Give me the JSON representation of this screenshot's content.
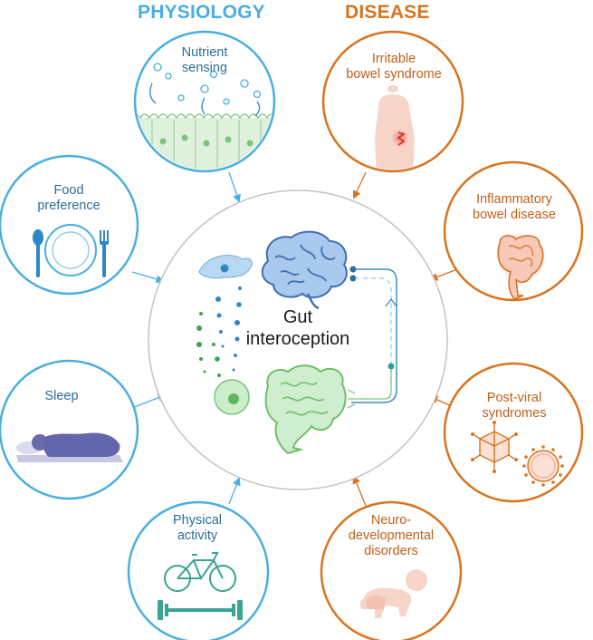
{
  "headers": {
    "physiology": "PHYSIOLOGY",
    "disease": "DISEASE"
  },
  "center": {
    "line1": "Gut",
    "line2": "interoception"
  },
  "physiology_items": [
    {
      "line1": "Nutrient",
      "line2": "sensing",
      "icon": "intestinal-epithelium-icon"
    },
    {
      "line1": "Food",
      "line2": "preference",
      "icon": "plate-cutlery-icon"
    },
    {
      "line1": "Sleep",
      "line2": "",
      "icon": "sleeping-person-icon"
    },
    {
      "line1": "Physical",
      "line2": "activity",
      "icon": "bicycle-barbell-icon"
    }
  ],
  "disease_items": [
    {
      "line1": "Irritable",
      "line2": "bowel syndrome",
      "line3": "",
      "icon": "torso-pain-icon"
    },
    {
      "line1": "Inflammatory",
      "line2": "bowel disease",
      "line3": "",
      "icon": "inflamed-intestine-icon"
    },
    {
      "line1": "Post-viral",
      "line2": "syndromes",
      "line3": "",
      "icon": "virus-icon"
    },
    {
      "line1": "Neuro-",
      "line2": "developmental",
      "line3": "disorders",
      "icon": "crawling-baby-icon"
    }
  ],
  "colors": {
    "physiology": "#4aaedf",
    "disease": "#d9731e",
    "center_circle": "#bdbdbd",
    "brain": "#4f86c6",
    "gut": "#7cc47a",
    "neuron_pathway": "#3a8fc4"
  }
}
